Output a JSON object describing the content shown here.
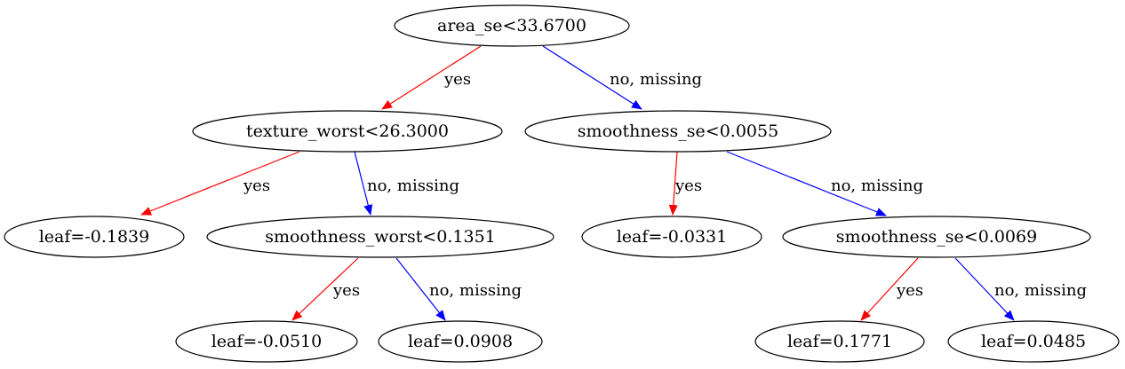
{
  "colors": {
    "yes_edge": "#ff0000",
    "no_edge": "#0000ff",
    "node_stroke": "#000000",
    "background": "#ffffff"
  },
  "tree": {
    "nodes": {
      "n0": "area_se<33.6700",
      "n1": "texture_worst<26.3000",
      "n2": "smoothness_se<0.0055",
      "n3": "leaf=-0.1839",
      "n4": "smoothness_worst<0.1351",
      "n5": "leaf=-0.0331",
      "n6": "smoothness_se<0.0069",
      "n7": "leaf=-0.0510",
      "n8": "leaf=0.0908",
      "n9": "leaf=0.1771",
      "n10": "leaf=0.0485"
    },
    "edges": {
      "e0_1": "yes",
      "e0_2": "no, missing",
      "e1_3": "yes",
      "e1_4": "no, missing",
      "e2_5": "yes",
      "e2_6": "no, missing",
      "e4_7": "yes",
      "e4_8": "no, missing",
      "e6_9": "yes",
      "e6_10": "no, missing"
    }
  }
}
